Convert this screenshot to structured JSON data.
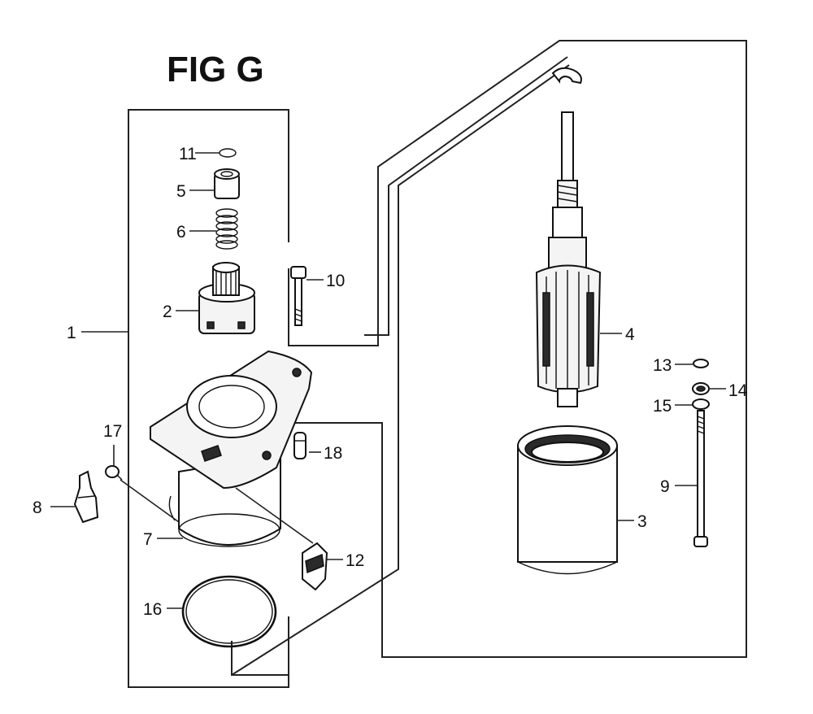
{
  "figure": {
    "title": "FIG G"
  },
  "callouts": [
    {
      "id": "1",
      "label": "1"
    },
    {
      "id": "2",
      "label": "2"
    },
    {
      "id": "3",
      "label": "3"
    },
    {
      "id": "4",
      "label": "4"
    },
    {
      "id": "5",
      "label": "5"
    },
    {
      "id": "6",
      "label": "6"
    },
    {
      "id": "7",
      "label": "7"
    },
    {
      "id": "8",
      "label": "8"
    },
    {
      "id": "9",
      "label": "9"
    },
    {
      "id": "10",
      "label": "10"
    },
    {
      "id": "11",
      "label": "11"
    },
    {
      "id": "12",
      "label": "12"
    },
    {
      "id": "13",
      "label": "13"
    },
    {
      "id": "14",
      "label": "14"
    },
    {
      "id": "15",
      "label": "15"
    },
    {
      "id": "16",
      "label": "16"
    },
    {
      "id": "17",
      "label": "17"
    },
    {
      "id": "18",
      "label": "18"
    }
  ]
}
